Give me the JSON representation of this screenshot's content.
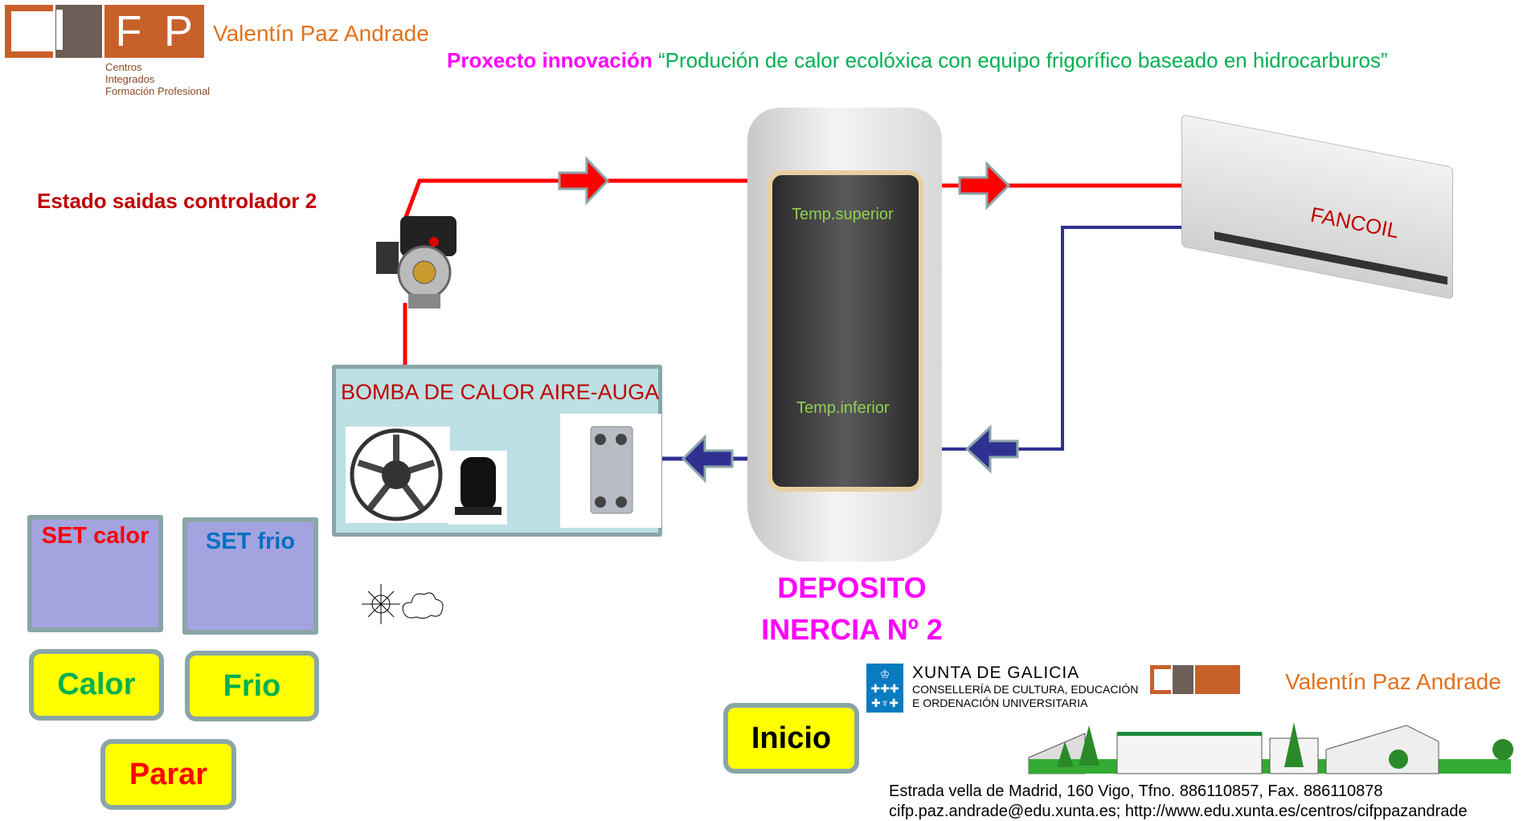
{
  "header": {
    "logo_letters": [
      "C",
      "I",
      "F",
      "P"
    ],
    "logo_subtitle": [
      "Centros",
      "Integrados",
      "Formación Profesional"
    ],
    "school_name": "Valentín Paz Andrade",
    "project_label": "Proxecto innovación",
    "project_title": "“Produción de calor ecolóxica con equipo frigorífico baseado en hidrocarburos”"
  },
  "status_title": "Estado saidas controlador 2",
  "heat_pump": {
    "title": "BOMBA DE CALOR AIRE-AUGA"
  },
  "tank": {
    "temp_top": "Temp.superior",
    "temp_bottom": "Temp.inferior",
    "label_line1": "DEPOSITO",
    "label_line2": "INERCIA Nº 2"
  },
  "fancoil": {
    "label": "FANCOIL"
  },
  "controls": {
    "set_heat": "SET calor",
    "set_cold": "SET frio",
    "heat_button": "Calor",
    "cold_button": "Frio",
    "stop_button": "Parar",
    "home_button": "Inicio"
  },
  "footer": {
    "xunta_title": "XUNTA DE GALICIA",
    "xunta_dept_1": "CONSELLERÍA DE CULTURA, EDUCACIÓN",
    "xunta_dept_2": "E ORDENACIÓN UNIVERSITARIA",
    "school_name": "Valentín Paz Andrade",
    "address": "Estrada vella de Madrid, 160 Vigo, Tfno. 886110857, Fax. 886110878",
    "contact": "cifp.paz.andrade@edu.xunta.es; http://www.edu.xunta.es/centros/cifppazandrade"
  },
  "colors": {
    "hot_pipe": "#ff0000",
    "cold_pipe": "#2e3192",
    "button_yellow": "#ffff00",
    "set_box": "#a3a3e0",
    "brand_orange": "#c8602a"
  }
}
